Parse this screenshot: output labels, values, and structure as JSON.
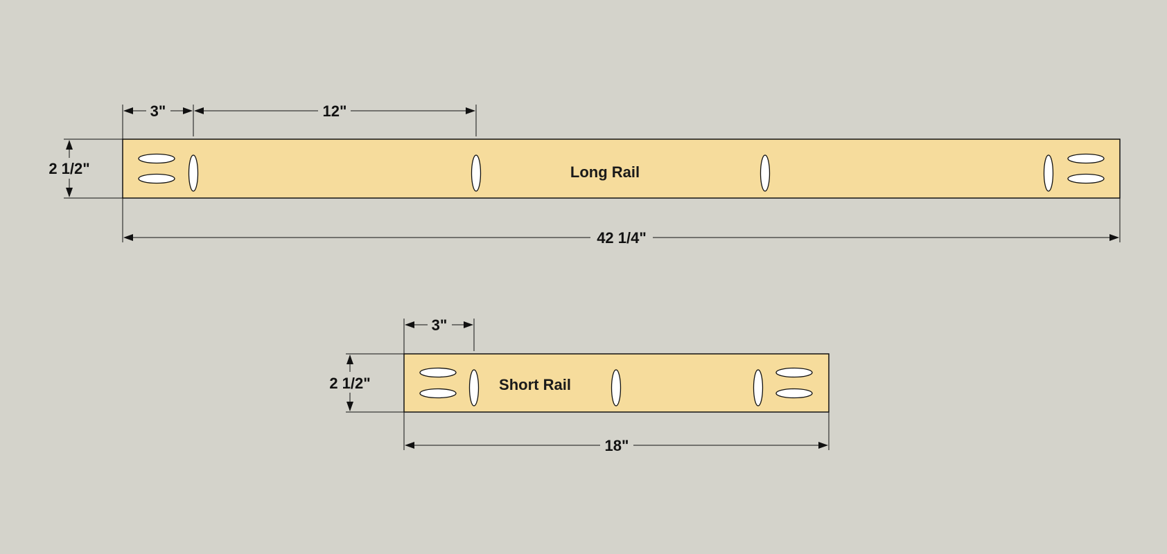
{
  "colors": {
    "background": "#d4d3cb",
    "board_fill": "#f6dc9c",
    "line": "#111111",
    "hole_fill": "#ffffff"
  },
  "long_rail": {
    "label": "Long Rail",
    "dimensions": {
      "end_offset": "3\"",
      "hole_spacing": "12\"",
      "width": "2 1/2\"",
      "length": "42 1/4\""
    }
  },
  "short_rail": {
    "label": "Short Rail",
    "dimensions": {
      "end_offset": "3\"",
      "width": "2 1/2\"",
      "length": "18\""
    }
  }
}
